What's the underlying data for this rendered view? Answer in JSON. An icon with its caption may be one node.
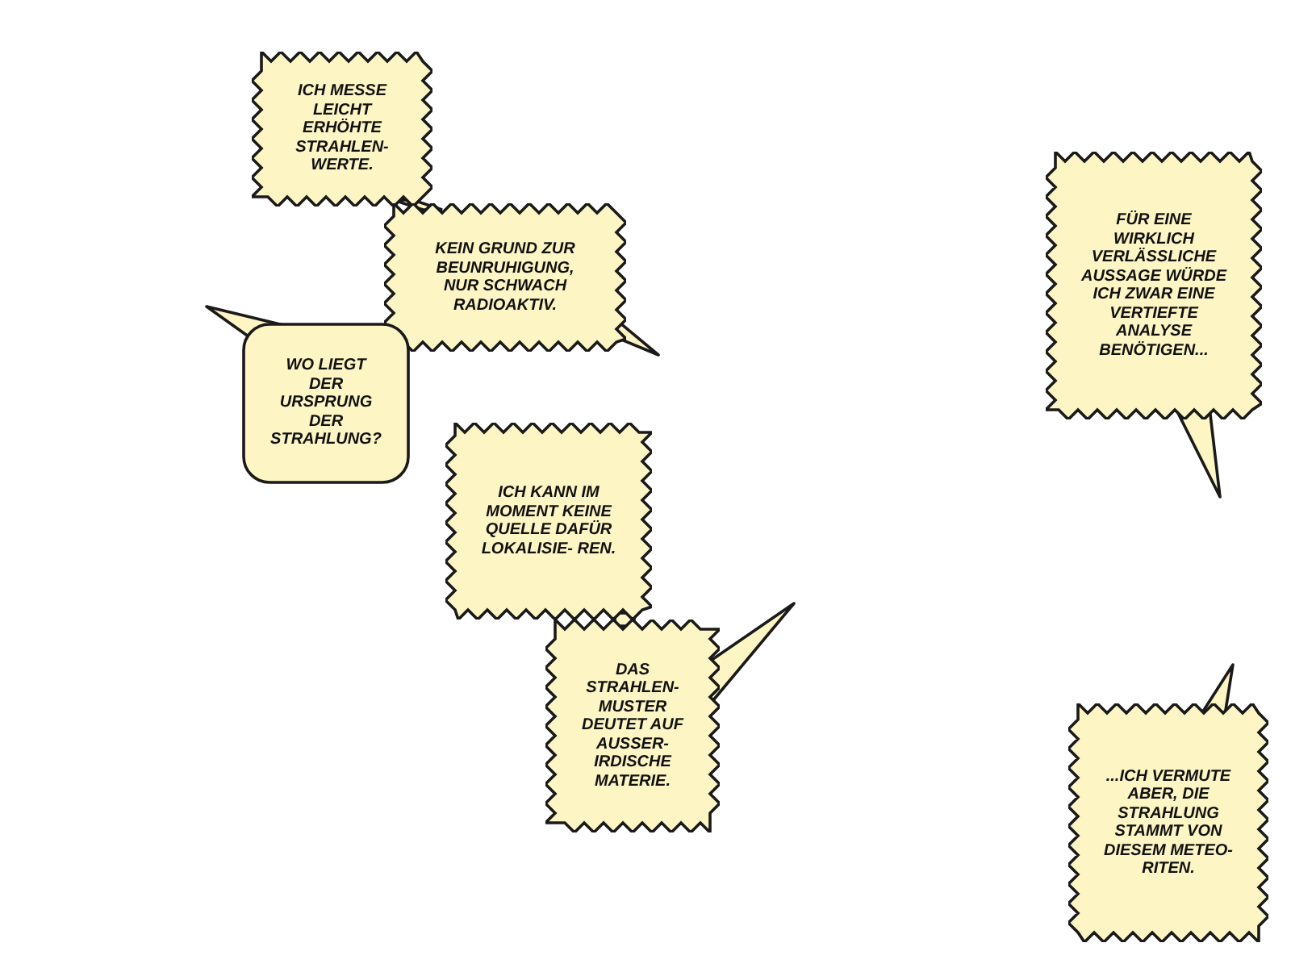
{
  "diagram": {
    "nodes": [
      {
        "text": [
          "ICH MESSE LEICHT ERHÖHTE STRAHLEN- WERTE."
        ]
      },
      {
        "text": [
          "KEIN GRUND ZUR BEUNRUHIGUNG, NUR SCHWACH RADIOAKTIV."
        ]
      },
      {
        "text": [
          "WO LIEGT DER URSPRUNG DER STRAHLUNG?"
        ]
      },
      {
        "text": [
          "ICH KANN IM MOMENT KEINE QUELLE DAFÜR LOKALISIE- REN."
        ]
      },
      {
        "text": [
          "DAS STRAHLEN- MUSTER DEUTET AUF AUSSER- IRDISCHE MATERIE."
        ]
      },
      {
        "text": [
          "FÜR EINE WIRKLICH VERLÄSSLICHE AUSSAGE WÜRDE ICH ZWAR EINE VERTIEFTE ANALYSE BENÖTIGEN..."
        ]
      },
      {
        "text": [
          "...ICH VERMUTE ABER, DIE STRAHLUNG STAMMT VON DIESEM METEO- RITEN."
        ]
      }
    ],
    "edges": [
      {
        "from": 0,
        "to": 1,
        "arrow": "none"
      },
      {
        "from": 3,
        "to": 4,
        "arrow": "none"
      }
    ]
  }
}
